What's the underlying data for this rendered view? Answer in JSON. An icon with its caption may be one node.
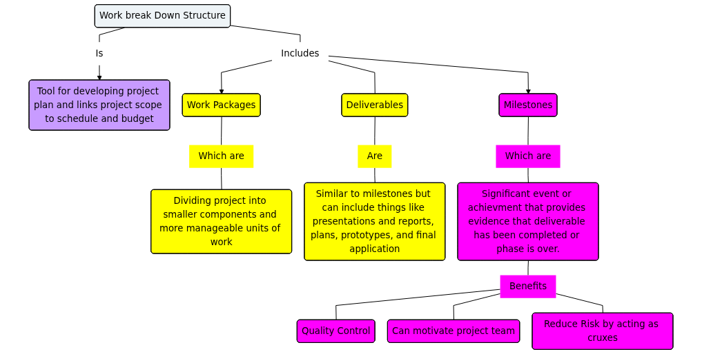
{
  "diagram": {
    "nodes": [
      {
        "text": [
          "Work break Down Structure"
        ]
      },
      {
        "text": [
          "Is"
        ]
      },
      {
        "text": [
          "Tool for developing project plan and links project scope to schedule and budget"
        ]
      },
      {
        "text": [
          "Includes"
        ]
      },
      {
        "text": [
          "Work Packages"
        ]
      },
      {
        "text": [
          "Deliverables"
        ]
      },
      {
        "text": [
          "Milestones"
        ]
      },
      {
        "text": [
          "Which are"
        ]
      },
      {
        "text": [
          "Dividing project into smaller components and more manageable units of work"
        ]
      },
      {
        "text": [
          "Are"
        ]
      },
      {
        "text": [
          "Similar to milestones but can include things like presentations and reports, plans, prototypes, and final application"
        ]
      },
      {
        "text": [
          "Which are"
        ]
      },
      {
        "text": [
          "Significant event or achievment that provides evidence that deliverable has been completed or phase is over."
        ]
      },
      {
        "text": [
          "Benefits"
        ]
      },
      {
        "text": [
          "Quality Control"
        ]
      },
      {
        "text": [
          "Can motivate project team"
        ]
      },
      {
        "text": [
          "Reduce Risk by acting as cruxes"
        ]
      }
    ],
    "edges": [
      {
        "from": 0,
        "to": 1,
        "arrow": "none"
      },
      {
        "from": 1,
        "to": 2,
        "arrow": "to"
      },
      {
        "from": 0,
        "to": 3,
        "arrow": "none"
      },
      {
        "from": 3,
        "to": 4,
        "arrow": "to"
      },
      {
        "from": 3,
        "to": 5,
        "arrow": "none"
      },
      {
        "from": 3,
        "to": 6,
        "arrow": "to"
      },
      {
        "from": 4,
        "to": 7,
        "arrow": "none"
      },
      {
        "from": 7,
        "to": 8,
        "arrow": "none"
      },
      {
        "from": 5,
        "to": 9,
        "arrow": "none"
      },
      {
        "from": 9,
        "to": 10,
        "arrow": "none"
      },
      {
        "from": 6,
        "to": 11,
        "arrow": "none"
      },
      {
        "from": 11,
        "to": 12,
        "arrow": "none"
      },
      {
        "from": 12,
        "to": 13,
        "arrow": "none"
      },
      {
        "from": 13,
        "to": 14,
        "arrow": "none"
      },
      {
        "from": 13,
        "to": 15,
        "arrow": "none"
      },
      {
        "from": 13,
        "to": 16,
        "arrow": "none"
      }
    ]
  }
}
